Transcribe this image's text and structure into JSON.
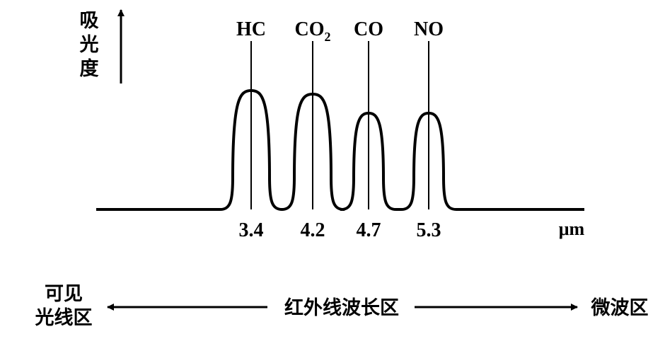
{
  "chart_data": {
    "type": "line",
    "ylabel": "吸光度",
    "unit": "μm",
    "peaks": [
      {
        "gas": "HC",
        "gas_sub": "",
        "wavelength": "3.4",
        "rel_height": 1.0
      },
      {
        "gas": "CO",
        "gas_sub": "2",
        "wavelength": "4.2",
        "rel_height": 0.97
      },
      {
        "gas": "CO",
        "gas_sub": "",
        "wavelength": "4.7",
        "rel_height": 0.81
      },
      {
        "gas": "NO",
        "gas_sub": "",
        "wavelength": "5.3",
        "rel_height": 0.81
      }
    ]
  },
  "spectrum_bar": {
    "left_label_line1": "可见",
    "left_label_line2": "光线区",
    "center_label": "红外线波长区",
    "right_label": "微波区"
  }
}
